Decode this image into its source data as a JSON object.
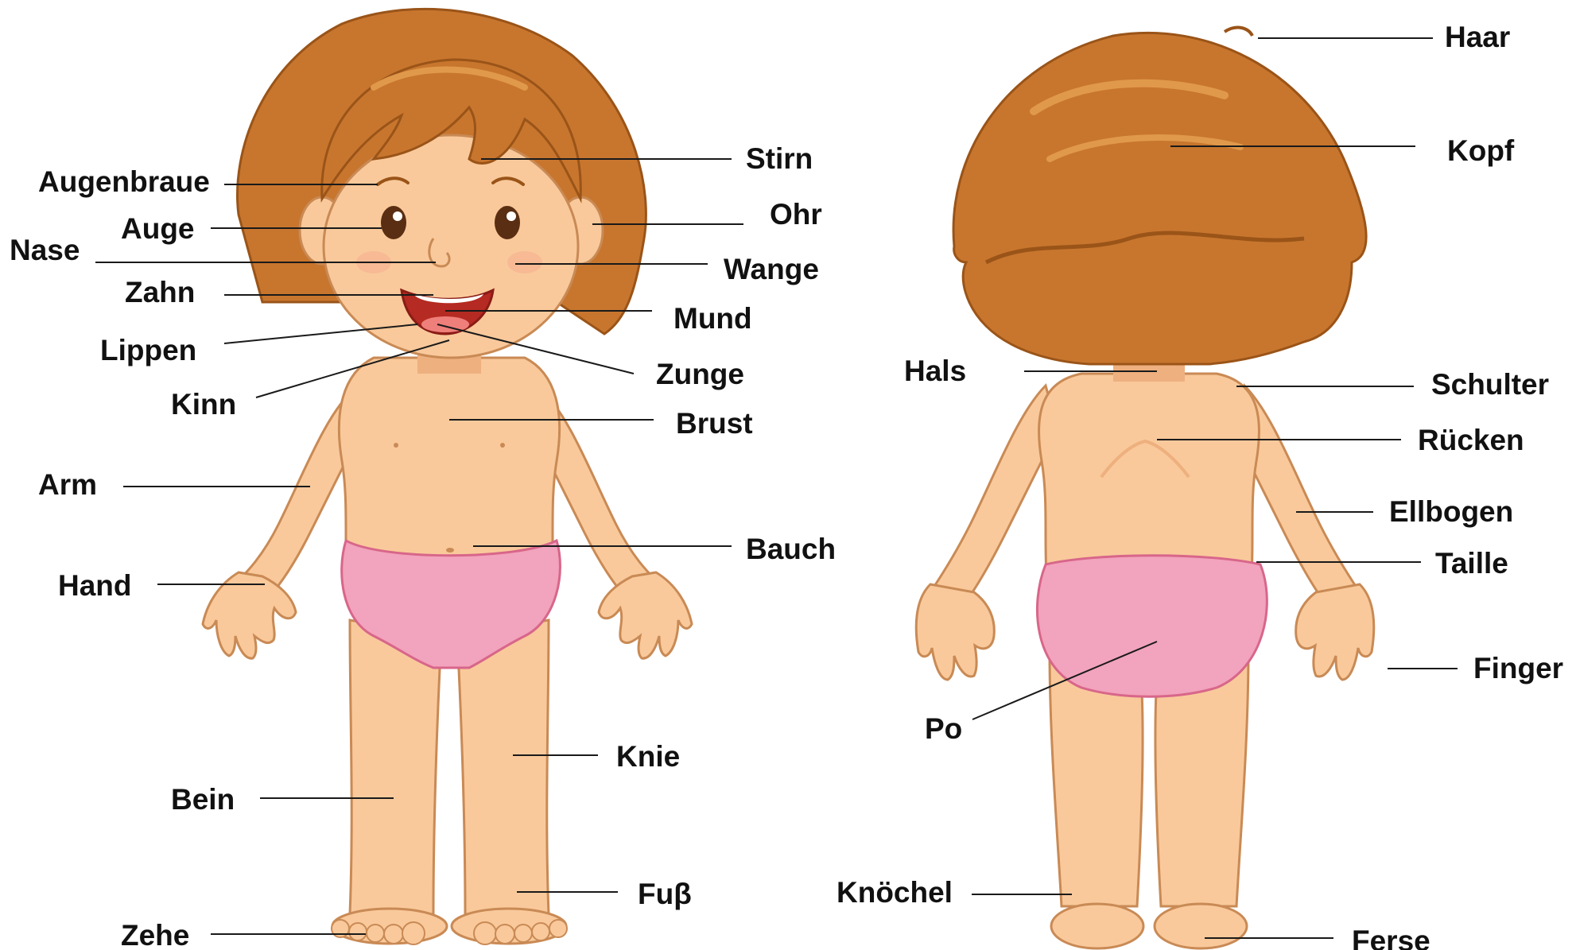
{
  "colors": {
    "skin": "#f9c99b",
    "skin_shadow": "#eeb07e",
    "skin_outline": "#c98a55",
    "hair": "#c8762e",
    "hair_dark": "#9a5418",
    "hair_light": "#e0994a",
    "underwear": "#f2a3bd",
    "underwear_outline": "#d8668a",
    "mouth": "#b52a22",
    "tongue": "#ef7f7a",
    "leader_line": "#1a1a1a",
    "label_text": "#111111"
  },
  "front_labels": [
    {
      "id": "stirn",
      "text": "Stirn"
    },
    {
      "id": "augenbraue",
      "text": "Augenbraue"
    },
    {
      "id": "auge",
      "text": "Auge"
    },
    {
      "id": "ohr",
      "text": "Ohr"
    },
    {
      "id": "nase",
      "text": "Nase"
    },
    {
      "id": "wange",
      "text": "Wange"
    },
    {
      "id": "zahn",
      "text": "Zahn"
    },
    {
      "id": "mund",
      "text": "Mund"
    },
    {
      "id": "lippen",
      "text": "Lippen"
    },
    {
      "id": "zunge",
      "text": "Zunge"
    },
    {
      "id": "kinn",
      "text": "Kinn"
    },
    {
      "id": "brust",
      "text": "Brust"
    },
    {
      "id": "arm",
      "text": "Arm"
    },
    {
      "id": "bauch",
      "text": "Bauch"
    },
    {
      "id": "hand",
      "text": "Hand"
    },
    {
      "id": "knie",
      "text": "Knie"
    },
    {
      "id": "bein",
      "text": "Bein"
    },
    {
      "id": "fuss",
      "text": "Fuβ"
    },
    {
      "id": "zehe",
      "text": "Zehe"
    }
  ],
  "back_labels": [
    {
      "id": "haar",
      "text": "Haar"
    },
    {
      "id": "kopf",
      "text": "Kopf"
    },
    {
      "id": "hals",
      "text": "Hals"
    },
    {
      "id": "schulter",
      "text": "Schulter"
    },
    {
      "id": "ruecken",
      "text": "Rücken"
    },
    {
      "id": "ellbogen",
      "text": "Ellbogen"
    },
    {
      "id": "taille",
      "text": "Taille"
    },
    {
      "id": "finger",
      "text": "Finger"
    },
    {
      "id": "po",
      "text": "Po"
    },
    {
      "id": "knoechel",
      "text": "Knöchel"
    },
    {
      "id": "ferse",
      "text": "Ferse"
    }
  ]
}
